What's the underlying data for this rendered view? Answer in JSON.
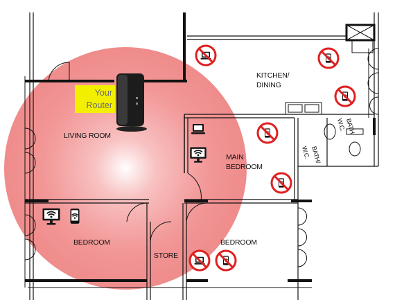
{
  "rooms": {
    "living_room": "LIVING ROOM",
    "kitchen_line1": "KITCHEN/",
    "kitchen_line2": "DINING",
    "main_bedroom_line1": "MAIN",
    "main_bedroom_line2": "BEDROOM",
    "bedroom_left": "BEDROOM",
    "bedroom_right": "BEDROOM",
    "store": "STORE",
    "bath_line1": "BATH/",
    "bath_line2": "W.C.",
    "bath2_line1": "BATH/",
    "bath2_line2": "W.C."
  },
  "router_callout": {
    "line1": "Your",
    "line2": "Router"
  },
  "colors": {
    "coverage": "#ee5a5a",
    "no_signal_red": "#e02020",
    "callout_bg": "#f3ef00",
    "wall": "#111111"
  },
  "icons": {
    "in_range": [
      "laptop-icon",
      "wifi-phone-icon",
      "desktop-wifi-icon"
    ],
    "out_of_range": "no-signal-icon"
  }
}
